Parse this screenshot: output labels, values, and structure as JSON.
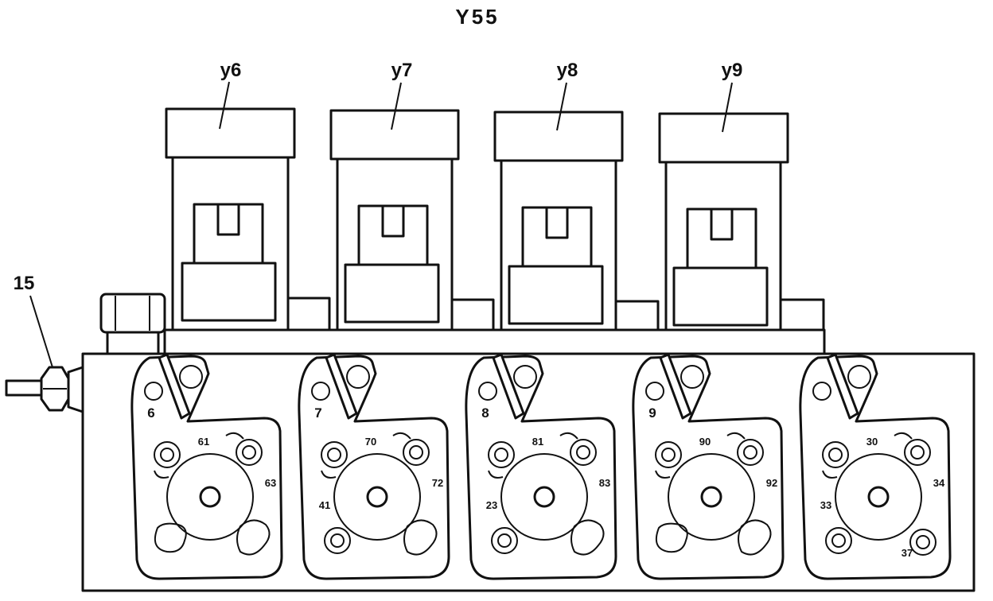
{
  "title": "Y55",
  "connector_label": "15",
  "valves": [
    {
      "label": "y6"
    },
    {
      "label": "y7"
    },
    {
      "label": "y8"
    },
    {
      "label": "y9"
    }
  ],
  "ports": [
    {
      "number": "6",
      "top": "61",
      "right": "63",
      "left": "",
      "bottom": ""
    },
    {
      "number": "7",
      "top": "70",
      "right": "72",
      "left": "41",
      "bottom": ""
    },
    {
      "number": "8",
      "top": "81",
      "right": "83",
      "left": "23",
      "bottom": ""
    },
    {
      "number": "9",
      "top": "90",
      "right": "92",
      "left": "",
      "bottom": ""
    },
    {
      "number": "",
      "top": "30",
      "right": "34",
      "left": "33",
      "bottom": "37"
    }
  ]
}
